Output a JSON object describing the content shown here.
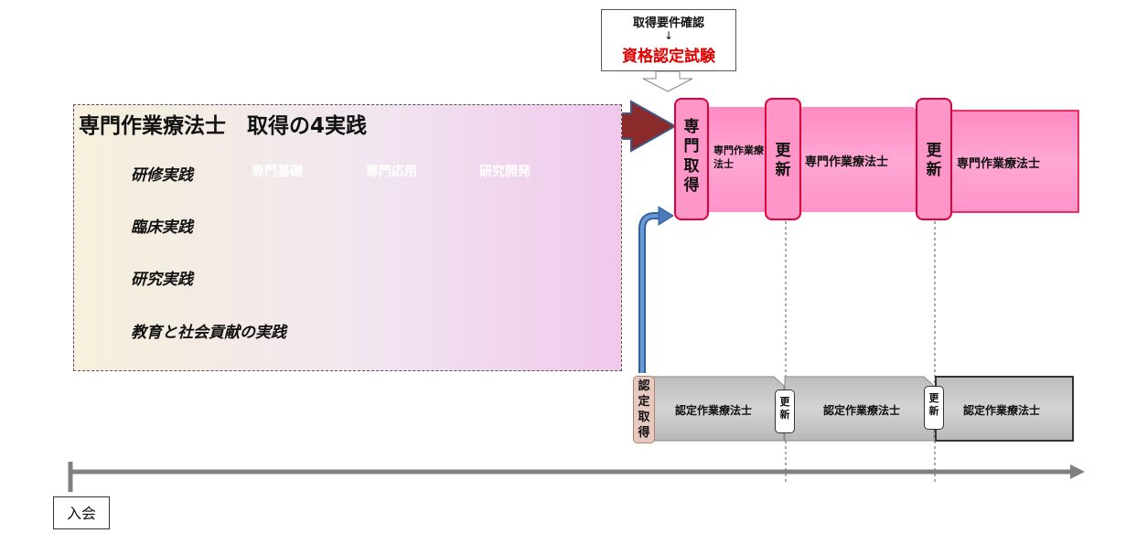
{
  "callout": {
    "line1": "取得要件確認",
    "arrow": "↓",
    "line2": "資格認定試験"
  },
  "panel": {
    "title": "専門作業療法士　取得の4実践",
    "rows": [
      "研修実践",
      "臨床実践",
      "研究実践",
      "教育と社会貢献の実践"
    ],
    "steps": [
      "専門基礎",
      "専門応用",
      "研究開発"
    ]
  },
  "specialist": {
    "acquire": "専門取得",
    "segments": [
      "専門作業療法士",
      "専門作業療法士",
      "専門作業療法士"
    ],
    "renew": "更新"
  },
  "certified": {
    "acquire": "認定取得",
    "segments": [
      "認定作業療法士",
      "認定作業療法士",
      "認定作業療法士"
    ],
    "renew": "更新"
  },
  "timeline": {
    "start_label": "入会"
  },
  "colors": {
    "pink": "#ff96c8",
    "red_border": "#e0003a",
    "dark_red_arrow": "#8b2a2a",
    "exam_text": "#e00000",
    "blue_arrow": "#4a7ab8",
    "gray": "#c0c0c0",
    "chevron_orange": "#f9b77c"
  }
}
